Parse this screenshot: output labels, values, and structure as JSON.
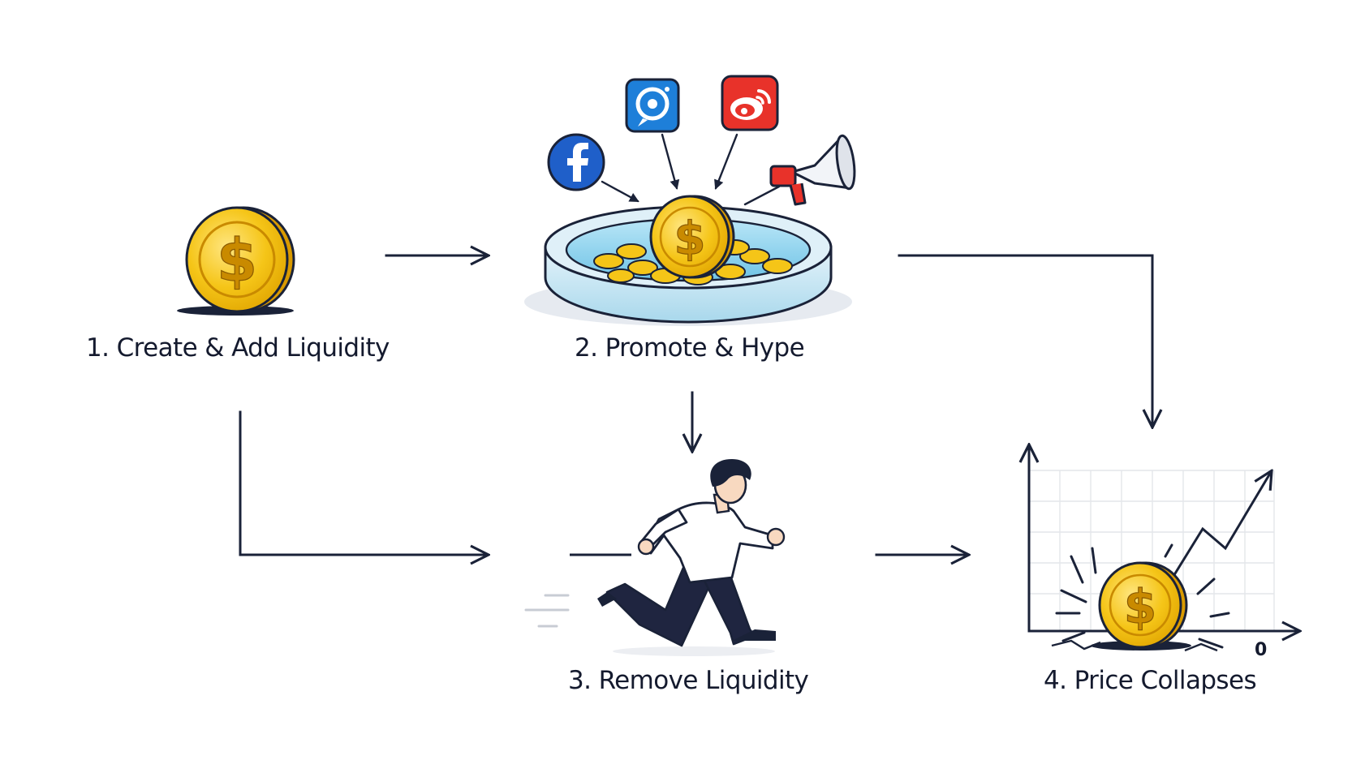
{
  "steps": [
    {
      "id": 1,
      "label": "1. Create & Add Liquidity"
    },
    {
      "id": 2,
      "label": "2. Promote & Hype"
    },
    {
      "id": 3,
      "label": "3. Remove Liquidity"
    },
    {
      "id": 4,
      "label": "4. Price Collapses"
    }
  ],
  "coin_symbol": "$",
  "chart": {
    "baseline_label": "0"
  },
  "social_icons": [
    "facebook-icon",
    "chat-bubble-icon",
    "weibo-icon",
    "megaphone-icon"
  ],
  "colors": {
    "ink": "#1a2238",
    "coin_gold": "#f5c518",
    "coin_rim": "#d99a00",
    "pool_water": "#8fd3ee",
    "pool_rim": "#cfe6f2",
    "facebook_blue": "#1f5fc9",
    "chat_blue": "#1e7fd9",
    "weibo_red": "#e8322a"
  }
}
